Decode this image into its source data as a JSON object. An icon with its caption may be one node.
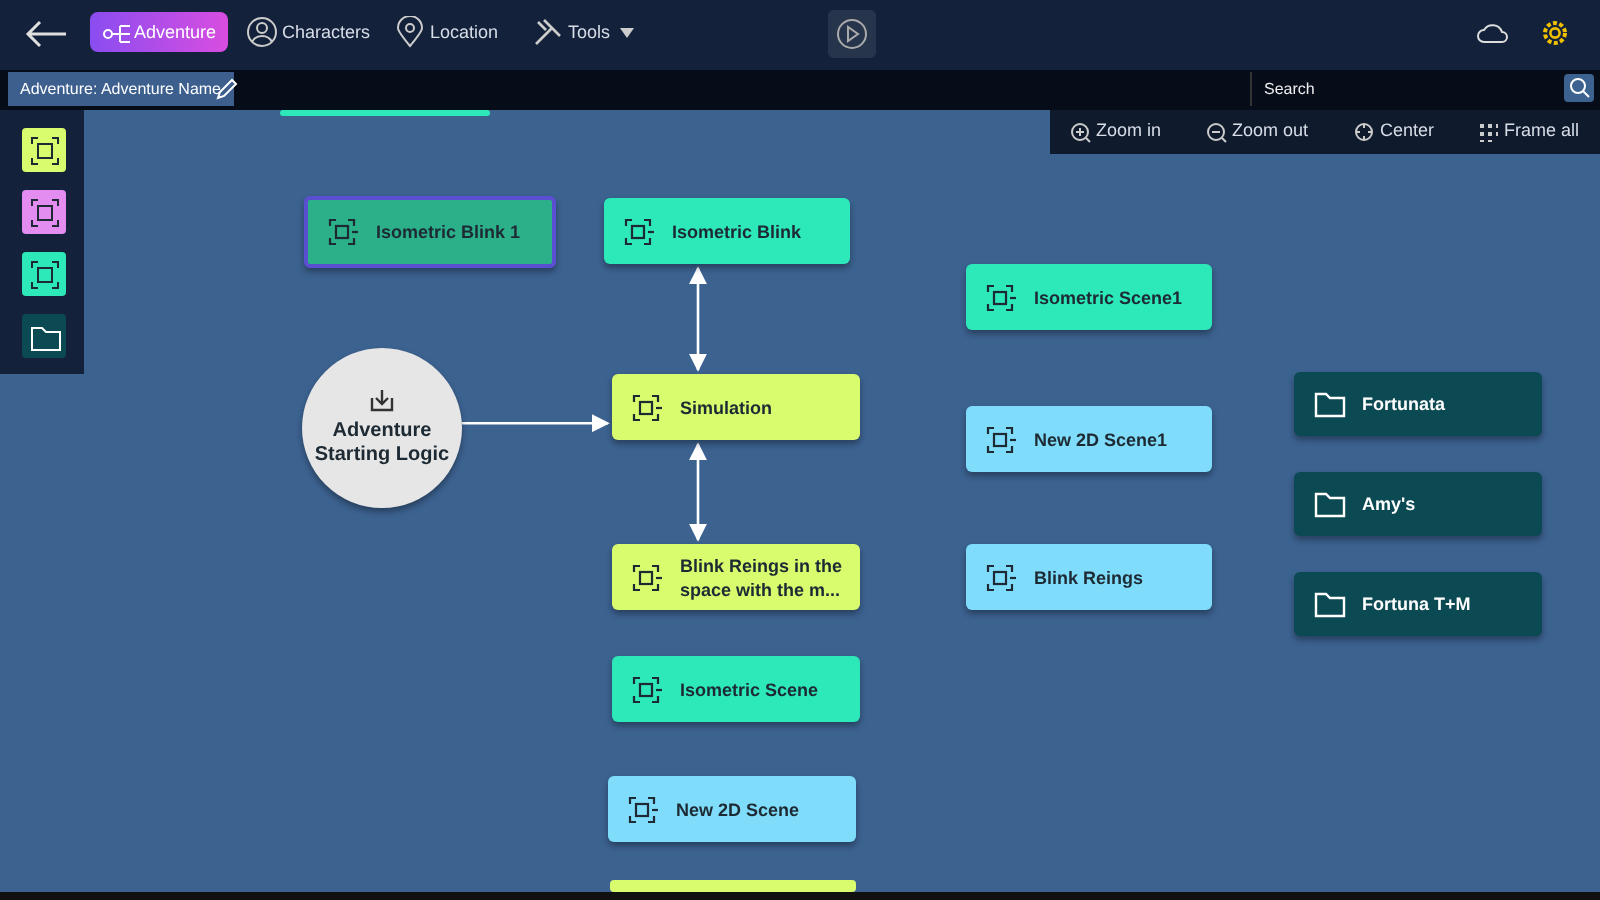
{
  "diagram": {
    "nodes": [
      {
        "text": [],
        "shape": "box"
      },
      {
        "text": [
          "Isometric Blink 1"
        ]
      },
      {
        "text": [
          "Isometric Blink"
        ]
      },
      {
        "text": [
          "Isometric Scene1"
        ]
      },
      {
        "text": [
          "Adventure Starting Logic"
        ]
      },
      {
        "text": [
          "Simulation"
        ]
      },
      {
        "text": [
          "New 2D Scene1"
        ]
      },
      {
        "text": [
          "Fortunata"
        ]
      },
      {
        "text": [
          "Amy's"
        ]
      },
      {
        "text": [
          "Fortuna T+M"
        ]
      },
      {
        "text": [
          "Blink Reings in the space with the m..."
        ]
      },
      {
        "text": [
          "Blink Reings"
        ]
      },
      {
        "text": [
          "Isometric Scene"
        ]
      },
      {
        "text": [
          "New 2D Scene"
        ]
      },
      {
        "text": [],
        "shape": "box"
      }
    ],
    "edges": [
      {
        "from": 4,
        "to": 5,
        "arrow": "to"
      },
      {
        "from": 2,
        "to": 5,
        "arrow": "both"
      },
      {
        "from": 5,
        "to": 10,
        "arrow": "both"
      }
    ],
    "labels": [
      "Adventure",
      "Characters",
      "Location",
      "Tools",
      "Adventure: Adventure Name",
      "Search",
      "Zoom in",
      "Zoom out",
      "Center",
      "Frame all"
    ]
  }
}
